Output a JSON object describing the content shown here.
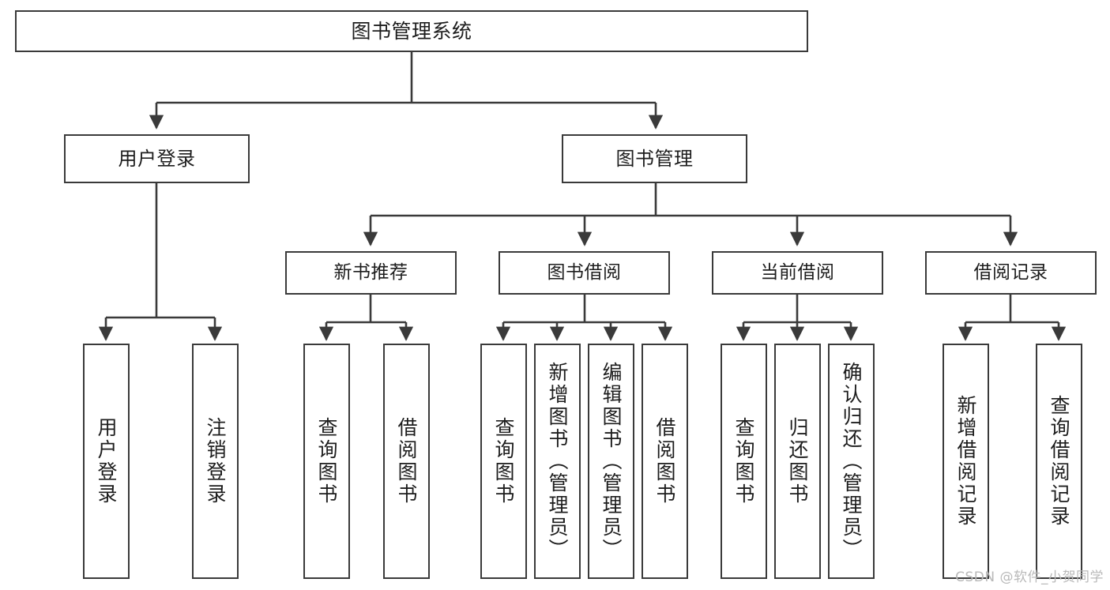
{
  "diagram": {
    "title": "图书管理系统",
    "type": "hierarchy-tree",
    "watermark": "CSDN @软件_小贺同学",
    "colors": {
      "box_border": "#3a3a3a",
      "box_fill": "#ffffff",
      "connector": "#3a3a3a",
      "text": "#1d1d1d",
      "watermark": "#b9b9b9",
      "background": "#ffffff"
    }
  },
  "nodes": {
    "root": {
      "label": "图书管理系统",
      "level": 1
    },
    "level2": [
      {
        "id": "user-login",
        "label": "用户登录"
      },
      {
        "id": "book-manage",
        "label": "图书管理"
      }
    ],
    "level3": [
      {
        "id": "new-book-recommend",
        "label": "新书推荐"
      },
      {
        "id": "book-borrow",
        "label": "图书借阅"
      },
      {
        "id": "current-borrow",
        "label": "当前借阅"
      },
      {
        "id": "borrow-record",
        "label": "借阅记录"
      }
    ],
    "leaves": {
      "user-login": [
        {
          "id": "leaf-user-login",
          "label": "用户登录"
        },
        {
          "id": "leaf-user-logout",
          "label": "注销登录"
        }
      ],
      "new-book-recommend": [
        {
          "id": "leaf-query-book-1",
          "label": "查询图书"
        },
        {
          "id": "leaf-borrow-book-1",
          "label": "借阅图书"
        }
      ],
      "book-borrow": [
        {
          "id": "leaf-query-book-2",
          "label": "查询图书"
        },
        {
          "id": "leaf-add-book",
          "label": "新增图书（管理员）"
        },
        {
          "id": "leaf-edit-book",
          "label": "编辑图书（管理员）"
        },
        {
          "id": "leaf-borrow-book-2",
          "label": "借阅图书"
        }
      ],
      "current-borrow": [
        {
          "id": "leaf-query-book-3",
          "label": "查询图书"
        },
        {
          "id": "leaf-return-book",
          "label": "归还图书"
        },
        {
          "id": "leaf-confirm-return",
          "label": "确认归还（管理员）"
        }
      ],
      "borrow-record": [
        {
          "id": "leaf-add-record",
          "label": "新增借阅记录"
        },
        {
          "id": "leaf-query-record",
          "label": "查询借阅记录"
        }
      ]
    }
  }
}
